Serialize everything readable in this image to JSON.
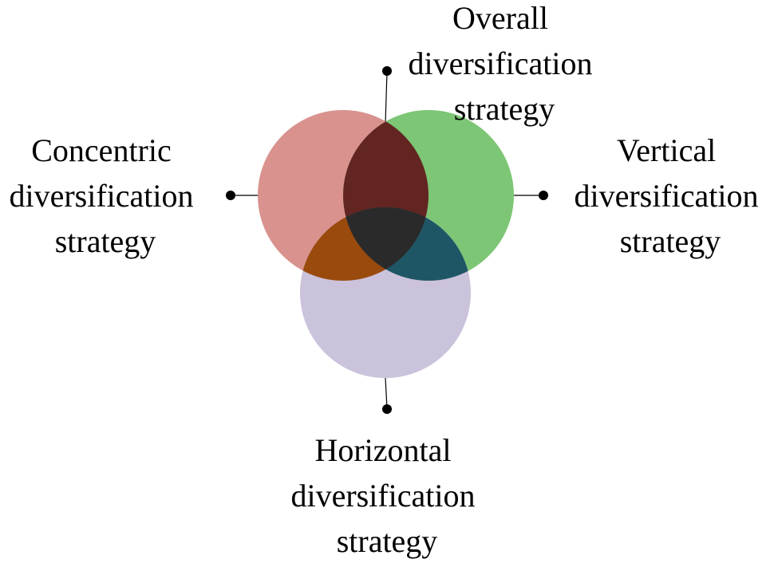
{
  "diagram": {
    "labels": {
      "overall": [
        "Overall",
        "diversification",
        "strategy"
      ],
      "concentric": [
        "Concentric",
        "diversification",
        "strategy"
      ],
      "vertical": [
        "Vertical",
        "diversification",
        "strategy"
      ],
      "horizontal": [
        "Horizontal",
        "diversification",
        "strategy"
      ]
    },
    "colors": {
      "circle_concentric": "#d9928e",
      "circle_vertical": "#7dc675",
      "circle_horizontal": "#cbc2db",
      "overlap_concentric_vertical": "#622522",
      "overlap_concentric_horizontal": "#9a4a0c",
      "overlap_vertical_horizontal": "#1f5665",
      "overlap_center": "#2a2a2a",
      "connector": "#000000"
    }
  }
}
